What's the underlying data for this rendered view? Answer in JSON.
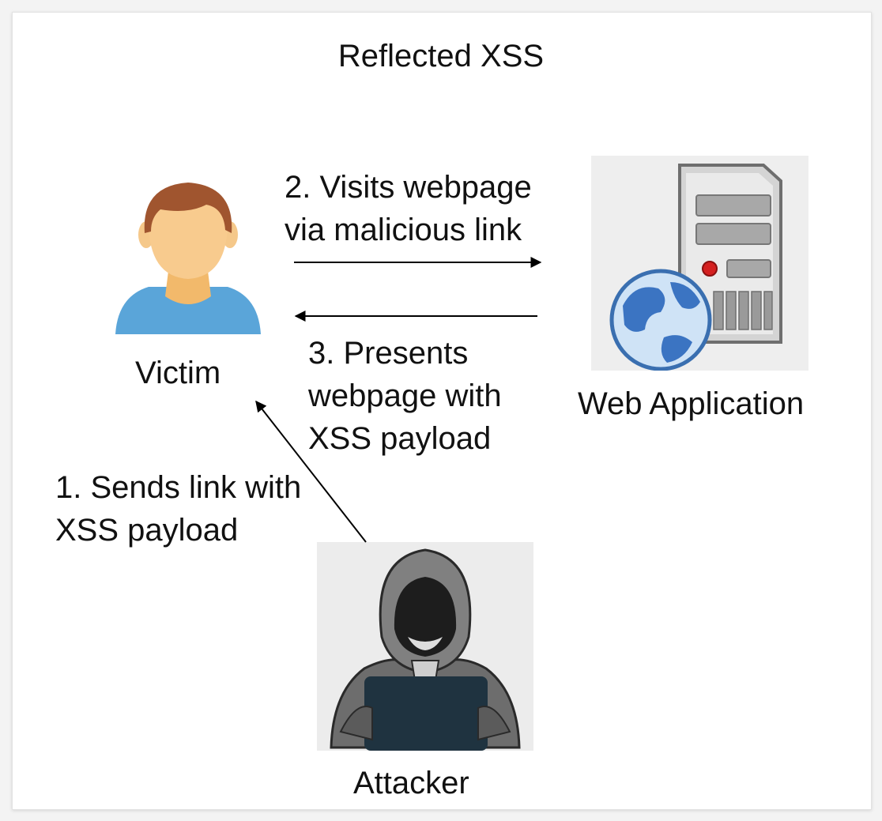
{
  "diagram": {
    "title": "Reflected XSS",
    "actors": {
      "victim": {
        "label": "Victim",
        "icon": "victim-user-icon"
      },
      "web_application": {
        "label": "Web Application",
        "icon": "server-globe-icon"
      },
      "attacker": {
        "label": "Attacker",
        "icon": "hooded-hacker-icon"
      }
    },
    "steps": [
      {
        "lines": [
          "1. Sends link with",
          "XSS payload"
        ],
        "from": "attacker",
        "to": "victim"
      },
      {
        "lines": [
          "2. Visits webpage",
          "via malicious link"
        ],
        "from": "victim",
        "to": "web_application"
      },
      {
        "lines": [
          "3. Presents",
          "webpage with",
          "XSS payload"
        ],
        "from": "web_application",
        "to": "victim"
      }
    ]
  }
}
